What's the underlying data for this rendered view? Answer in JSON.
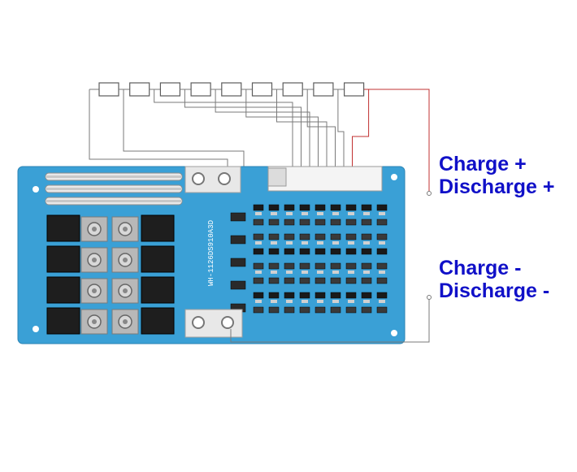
{
  "labels": {
    "positive_line1": "Charge +",
    "positive_line2": "Discharge +",
    "negative_line1": "Charge -",
    "negative_line2": "Discharge -"
  },
  "board": {
    "silkscreen": "WH-1126DS910A3D",
    "cell_count": 9
  },
  "colors": {
    "label_text": "#1010c8",
    "pcb": "#3aa0d6",
    "wire": "#7a7a7a",
    "positive_wire": "#c03030"
  }
}
